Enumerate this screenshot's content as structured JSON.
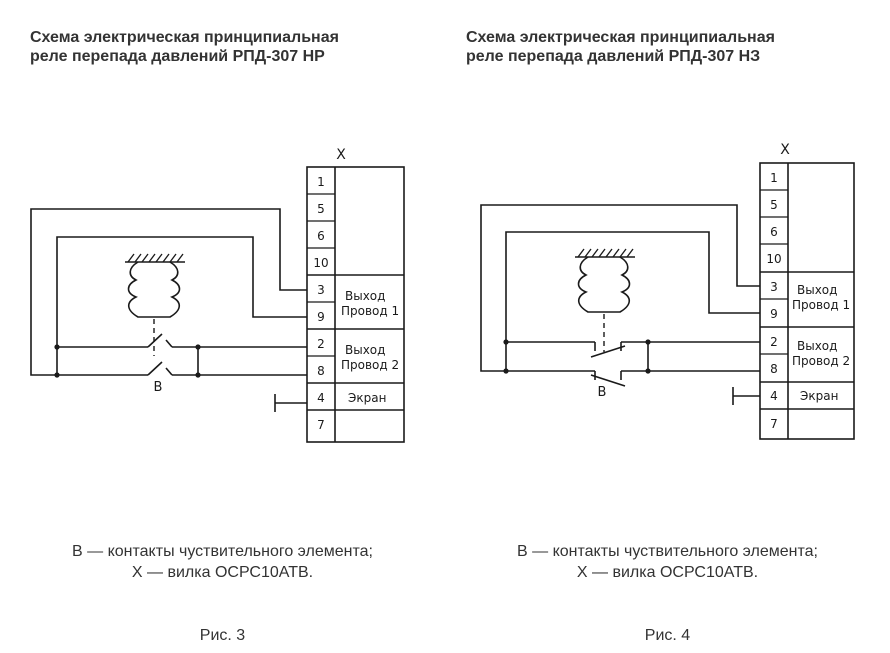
{
  "figures": [
    {
      "id": "fig3",
      "title_line1": "Схема электрическая принципиальная",
      "title_line2": "реле перепада давлений РПД-307 НР",
      "connector_label": "X",
      "contacts_label": "В",
      "pins": [
        "1",
        "5",
        "6",
        "10",
        "3",
        "9",
        "2",
        "8",
        "4",
        "7"
      ],
      "out1_line1": "Выход",
      "out1_line2": "Провод 1",
      "out2_line1": "Выход",
      "out2_line2": "Провод 2",
      "screen_label": "Экран",
      "caption_line1": "В — контакты чуствительного элемента;",
      "caption_line2": "X — вилка ОСРС10АТВ.",
      "figure_number": "Рис. 3"
    },
    {
      "id": "fig4",
      "title_line1": "Схема электрическая принципиальная",
      "title_line2": "реле перепада давлений РПД-307 НЗ",
      "connector_label": "X",
      "contacts_label": "В",
      "pins": [
        "1",
        "5",
        "6",
        "10",
        "3",
        "9",
        "2",
        "8",
        "4",
        "7"
      ],
      "out1_line1": "Выход",
      "out1_line2": "Провод 1",
      "out2_line1": "Выход",
      "out2_line2": "Провод 2",
      "screen_label": "Экран",
      "caption_line1": "В — контакты чуствительного элемента;",
      "caption_line2": "X — вилка ОСРС10АТВ.",
      "figure_number": "Рис. 4"
    }
  ]
}
